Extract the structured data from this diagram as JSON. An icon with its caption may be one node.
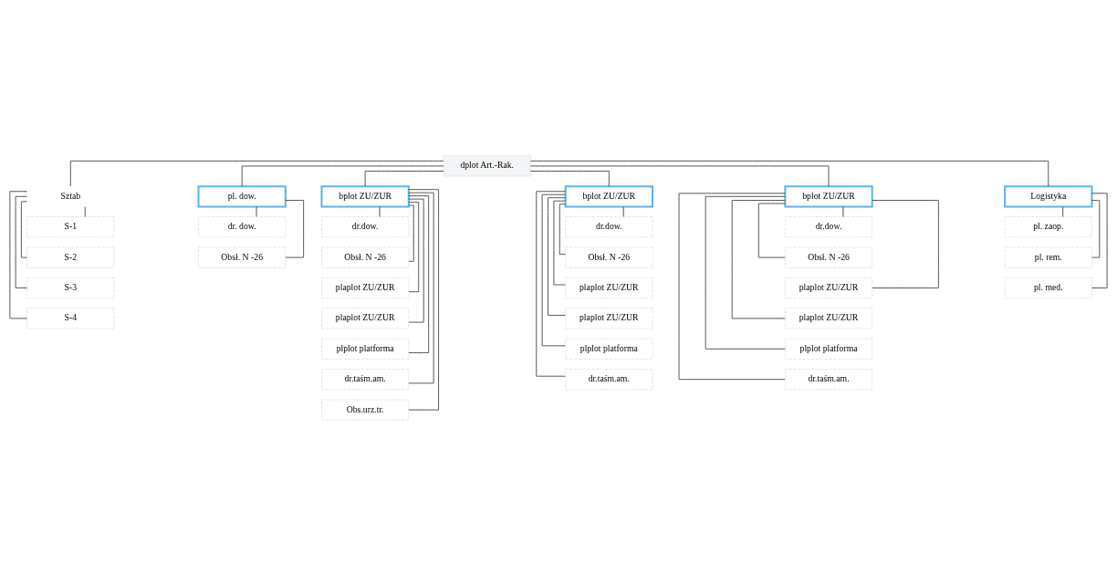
{
  "diagram": {
    "nodes": [
      {
        "text": [
          "dplot Art.-Rak."
        ]
      },
      {
        "text": [
          "Sztab"
        ]
      },
      {
        "text": [
          "pl. dow."
        ]
      },
      {
        "text": [
          "bplot ZU/ZUR"
        ]
      },
      {
        "text": [
          "bplot ZU/ZUR"
        ]
      },
      {
        "text": [
          "bplot ZU/ZUR"
        ]
      },
      {
        "text": [
          "Logistyka"
        ]
      },
      {
        "text": [
          "S-1"
        ]
      },
      {
        "text": [
          "S-2"
        ]
      },
      {
        "text": [
          "S-3"
        ]
      },
      {
        "text": [
          "S-4"
        ]
      },
      {
        "text": [
          "dr. dow."
        ]
      },
      {
        "text": [
          "Obsł. N -26"
        ]
      },
      {
        "text": [
          "dr.dow."
        ]
      },
      {
        "text": [
          "Obsł. N -26"
        ]
      },
      {
        "text": [
          "plaplot ZU/ZUR"
        ]
      },
      {
        "text": [
          "plaplot ZU/ZUR"
        ]
      },
      {
        "text": [
          "plplot platforma"
        ]
      },
      {
        "text": [
          "dr.taśm.am."
        ]
      },
      {
        "text": [
          "Obs.urz.tr."
        ]
      },
      {
        "text": [
          "dr.dow."
        ]
      },
      {
        "text": [
          "Obsł. N -26"
        ]
      },
      {
        "text": [
          "plaplot ZU/ZUR"
        ]
      },
      {
        "text": [
          "plaplot ZU/ZUR"
        ]
      },
      {
        "text": [
          "plplot platforma"
        ]
      },
      {
        "text": [
          "dr.taśm.am."
        ]
      },
      {
        "text": [
          "dr.dow."
        ]
      },
      {
        "text": [
          "Obsł. N -26"
        ]
      },
      {
        "text": [
          "plaplot ZU/ZUR"
        ]
      },
      {
        "text": [
          "plaplot ZU/ZUR"
        ]
      },
      {
        "text": [
          "plplot platforma"
        ]
      },
      {
        "text": [
          "dr.taśm.am."
        ]
      },
      {
        "text": [
          "pl. zaop."
        ]
      },
      {
        "text": [
          "pl. rem."
        ]
      },
      {
        "text": [
          "pl. med."
        ]
      }
    ],
    "edges": [
      {
        "from": 0,
        "to": 1,
        "arrow": "none"
      },
      {
        "from": 0,
        "to": 2,
        "arrow": "none"
      },
      {
        "from": 0,
        "to": 3,
        "arrow": "none"
      },
      {
        "from": 0,
        "to": 4,
        "arrow": "none"
      },
      {
        "from": 0,
        "to": 5,
        "arrow": "none"
      },
      {
        "from": 0,
        "to": 6,
        "arrow": "none"
      },
      {
        "from": 1,
        "to": 7,
        "arrow": "none"
      },
      {
        "from": 1,
        "to": 8,
        "arrow": "none"
      },
      {
        "from": 1,
        "to": 9,
        "arrow": "none"
      },
      {
        "from": 1,
        "to": 10,
        "arrow": "none"
      },
      {
        "from": 2,
        "to": 11,
        "arrow": "none"
      },
      {
        "from": 2,
        "to": 12,
        "arrow": "none"
      },
      {
        "from": 3,
        "to": 13,
        "arrow": "none"
      },
      {
        "from": 3,
        "to": 14,
        "arrow": "none"
      },
      {
        "from": 3,
        "to": 15,
        "arrow": "none"
      },
      {
        "from": 3,
        "to": 16,
        "arrow": "none"
      },
      {
        "from": 3,
        "to": 17,
        "arrow": "none"
      },
      {
        "from": 3,
        "to": 18,
        "arrow": "none"
      },
      {
        "from": 3,
        "to": 19,
        "arrow": "none"
      },
      {
        "from": 4,
        "to": 20,
        "arrow": "none"
      },
      {
        "from": 4,
        "to": 21,
        "arrow": "none"
      },
      {
        "from": 4,
        "to": 22,
        "arrow": "none"
      },
      {
        "from": 4,
        "to": 23,
        "arrow": "none"
      },
      {
        "from": 4,
        "to": 24,
        "arrow": "none"
      },
      {
        "from": 4,
        "to": 25,
        "arrow": "none"
      },
      {
        "from": 5,
        "to": 26,
        "arrow": "none"
      },
      {
        "from": 5,
        "to": 27,
        "arrow": "none"
      },
      {
        "from": 5,
        "to": 28,
        "arrow": "none"
      },
      {
        "from": 5,
        "to": 29,
        "arrow": "none"
      },
      {
        "from": 5,
        "to": 30,
        "arrow": "none"
      },
      {
        "from": 5,
        "to": 31,
        "arrow": "none"
      },
      {
        "from": 6,
        "to": 32,
        "arrow": "none"
      },
      {
        "from": 6,
        "to": 33,
        "arrow": "none"
      },
      {
        "from": 6,
        "to": 34,
        "arrow": "none"
      }
    ]
  }
}
